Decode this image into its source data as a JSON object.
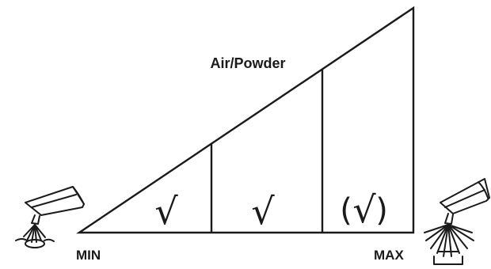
{
  "diagram": {
    "title": "Air/Powder",
    "min_label": "MIN",
    "max_label": "MAX",
    "zones": [
      {
        "mark": "√",
        "parenthesized": false
      },
      {
        "mark": "√",
        "parenthesized": false
      },
      {
        "mark": "√",
        "parenthesized": true
      }
    ],
    "left_icon": "spray-gun-narrow-icon",
    "right_icon": "spray-gun-wide-icon",
    "colors": {
      "ink": "#1a1a1a",
      "background": "#ffffff"
    }
  }
}
